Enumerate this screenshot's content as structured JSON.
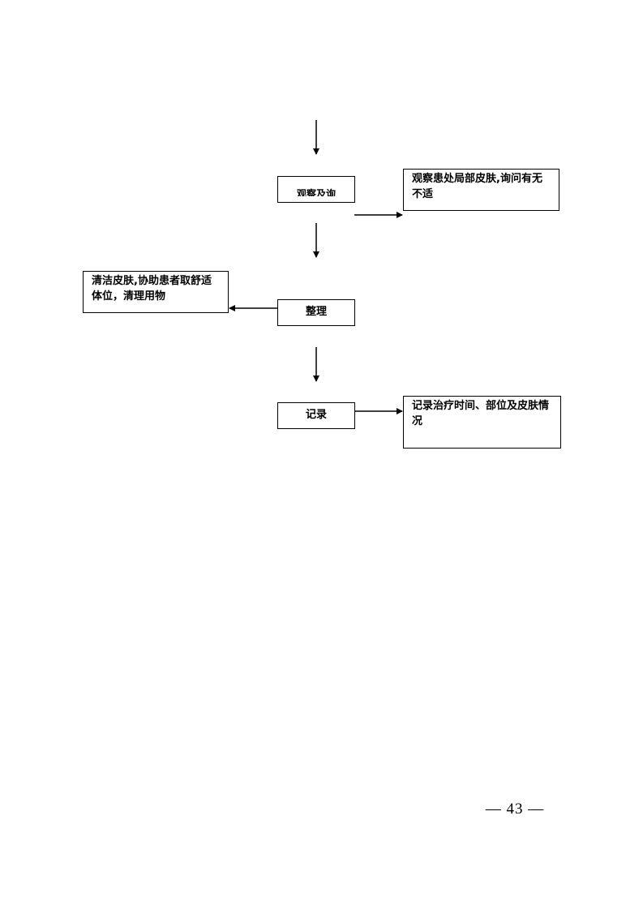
{
  "flow": {
    "steps": {
      "observe": "观察及询",
      "tidy": "整理",
      "record": "记录"
    },
    "notes": {
      "observe_note": "观察患处局部皮肤,询问有无不适",
      "tidy_note": "清洁皮肤,协助患者取舒适体位，清理用物",
      "record_note": "记录治疗时间、部位及皮肤情况"
    }
  },
  "footer": {
    "page_number": "— 43 —"
  }
}
